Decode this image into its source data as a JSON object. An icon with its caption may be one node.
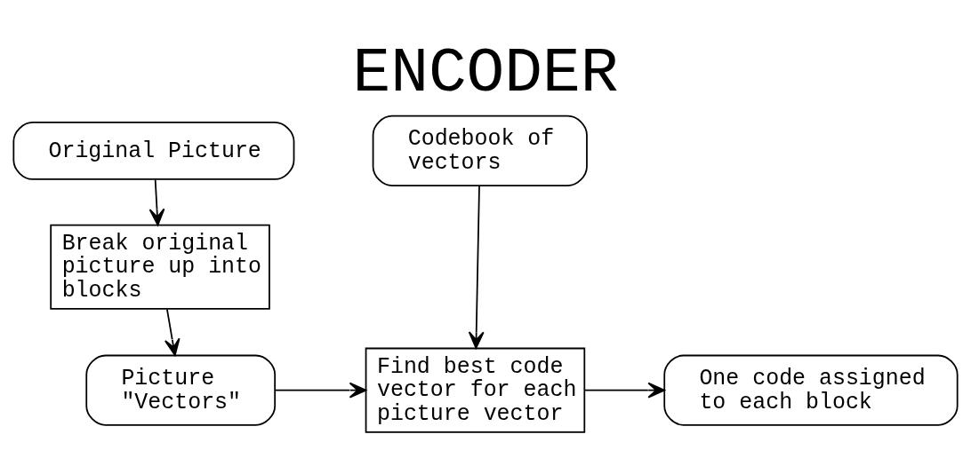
{
  "diagram": {
    "title": "ENCODER",
    "nodes": [
      {
        "text": [
          "Original Picture"
        ]
      },
      {
        "text": [
          "Codebook of vectors"
        ]
      },
      {
        "text": [
          "Break original picture up into blocks"
        ]
      },
      {
        "text": [
          "Picture \"Vectors\""
        ]
      },
      {
        "text": [
          "Find best code vector for each picture vector"
        ]
      },
      {
        "text": [
          "One code assigned to each block"
        ]
      }
    ],
    "edges": [
      {
        "from": 0,
        "to": 2,
        "arrow": "to"
      },
      {
        "from": 2,
        "to": 3,
        "arrow": "to"
      },
      {
        "from": 3,
        "to": 4,
        "arrow": "to"
      },
      {
        "from": 1,
        "to": 4,
        "arrow": "to"
      },
      {
        "from": 4,
        "to": 5,
        "arrow": "to"
      }
    ]
  }
}
